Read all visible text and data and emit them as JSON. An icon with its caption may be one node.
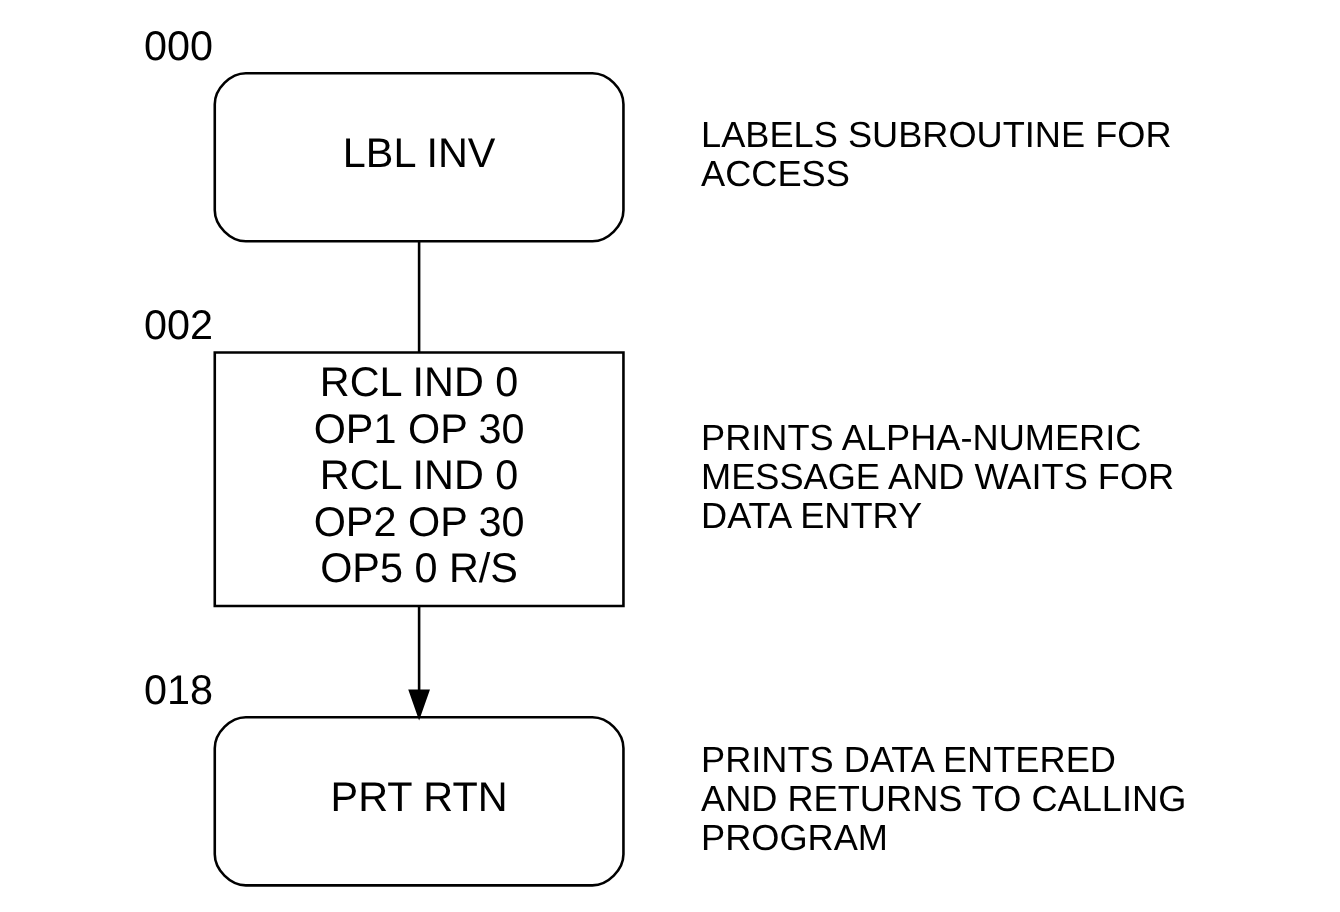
{
  "diagram": {
    "nodes": [
      {
        "text": [
          "LBL INV"
        ],
        "beside": [
          "000"
        ]
      },
      {
        "text": [
          "RCL IND 0",
          "OP1 OP 30",
          "RCL IND 0",
          "OP2 OP 30",
          "OP5 0 R/S"
        ],
        "beside": [
          "002"
        ]
      },
      {
        "text": [
          "PRT RTN"
        ],
        "beside": [
          "018"
        ]
      }
    ],
    "edges": [
      {
        "from": 0,
        "to": 1,
        "arrow": "none"
      },
      {
        "from": 1,
        "to": 2,
        "arrow": "to"
      }
    ],
    "labels": [
      "LABELS SUBROUTINE FOR ACCESS",
      "PRINTS ALPHA-NUMERIC MESSAGE AND WAITS FOR DATA ENTRY",
      "PRINTS DATA ENTERED AND RETURNS TO CALLING PROGRAM"
    ]
  }
}
